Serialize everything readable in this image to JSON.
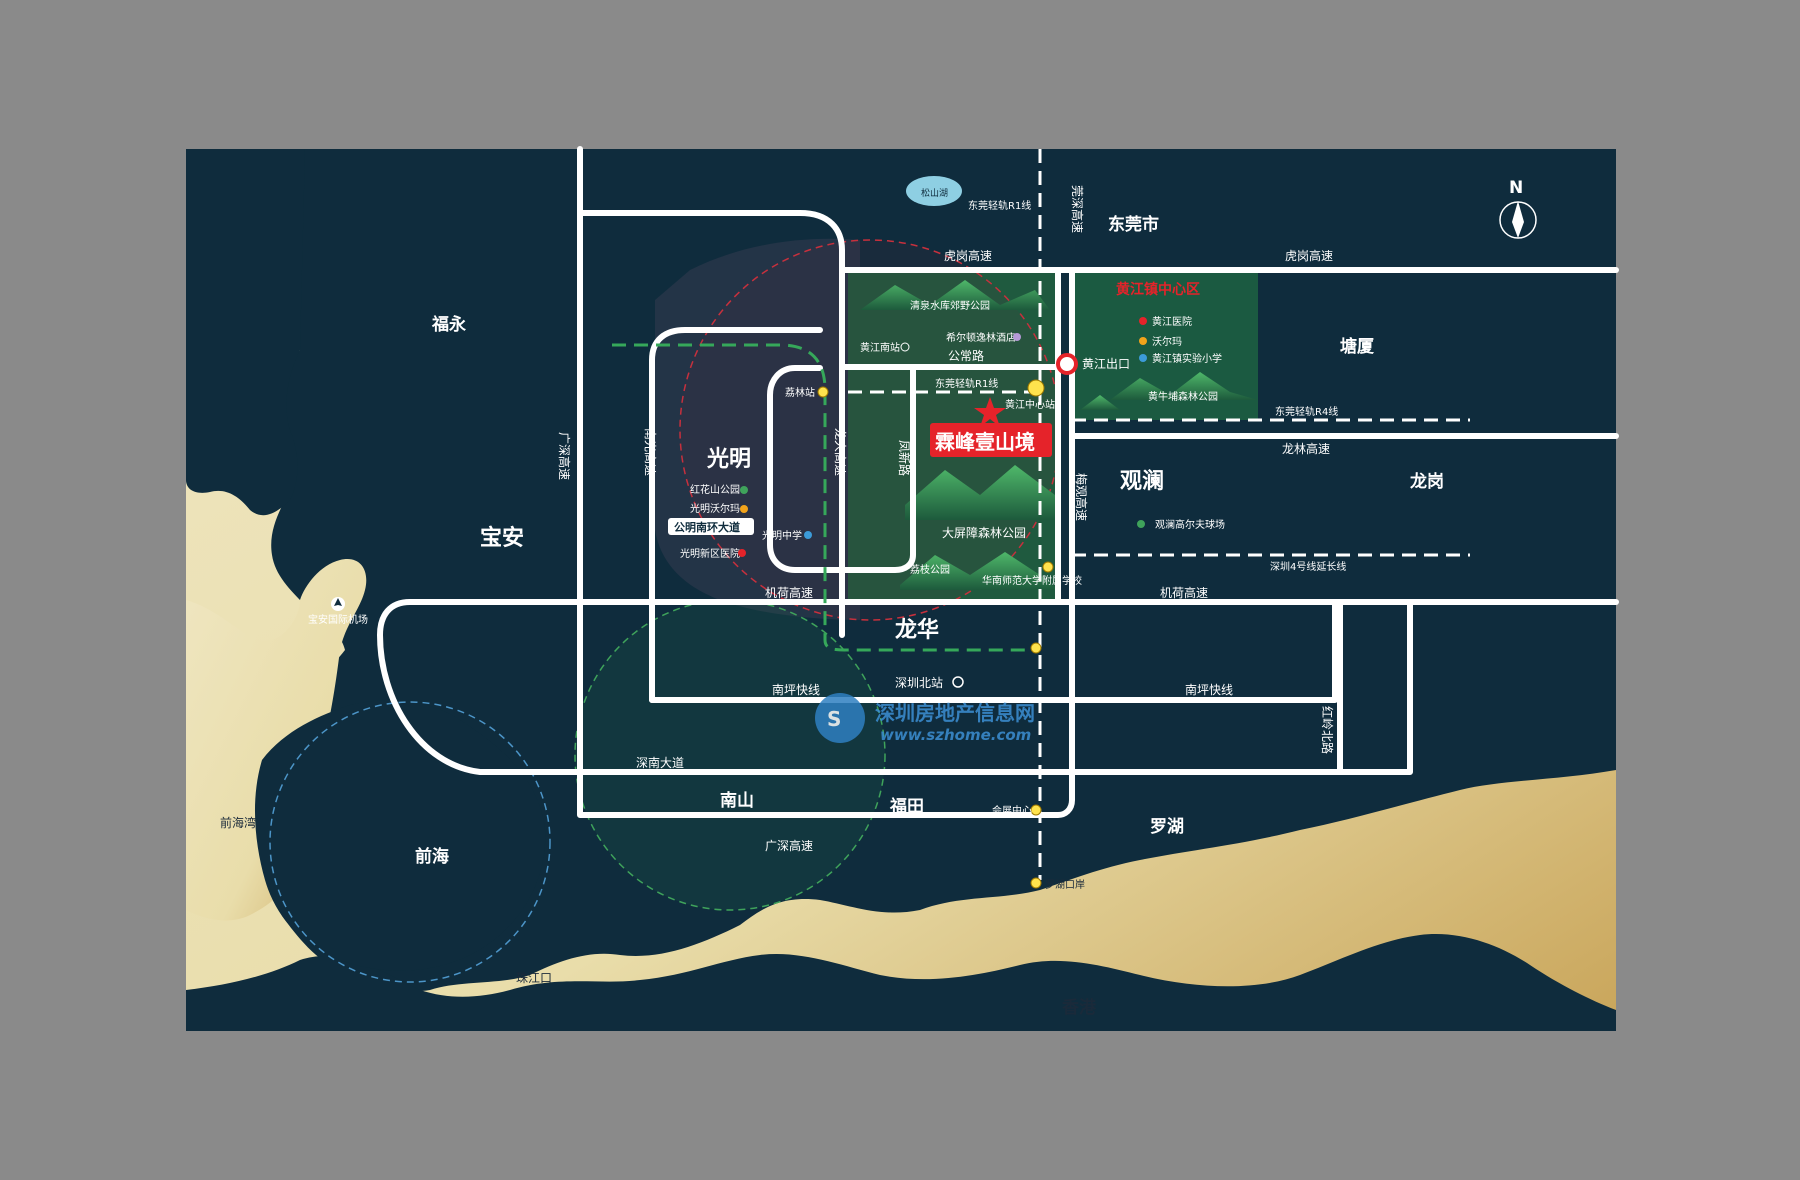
{
  "compass": "N",
  "districts": {
    "fuyong": "福永",
    "baoan": "宝安",
    "guangming": "光明",
    "longhua": "龙华",
    "guanlan": "观澜",
    "longgang": "龙岗",
    "tangxia": "塘厦",
    "dongguan": "东莞市",
    "nanshan": "南山",
    "futian": "福田",
    "luohu": "罗湖",
    "qianhai": "前海",
    "qianhai_bay": "前海湾",
    "zhujiangkou": "珠江口",
    "hongkong": "香港",
    "songshanhu": "松山湖"
  },
  "roads": {
    "humen_w": "虎岗高速",
    "humen_e": "虎岗高速",
    "gongchang": "公常路",
    "longlin": "龙林高速",
    "jihe_w": "机荷高速",
    "jihe_e": "机荷高速",
    "nanping_w": "南坪快线",
    "nanping_e": "南坪快线",
    "shennan": "深南大道",
    "guangshen_s": "广深高速",
    "guangshen_w": "广深高速",
    "nanguang": "南光高速",
    "longda": "龙大高速",
    "fengxin": "凤新路",
    "meiguan": "梅观高速",
    "hongling": "红岭北路",
    "guanshen": "莞深高速",
    "guangming_ring": "公明南环大道"
  },
  "rails": {
    "r1_north": "东莞轻轨R1线",
    "r1": "东莞轻轨R1线",
    "r4": "东莞轻轨R4线",
    "line4": "深圳4号线延长线"
  },
  "project": {
    "name": "霖峰壹山境",
    "station": "黄江中心站",
    "exit": "黄江出口"
  },
  "huangjiang": {
    "title": "黄江镇中心区",
    "hospital": "黄江医院",
    "walmart": "沃尔玛",
    "school": "黄江镇实验小学",
    "park": "黄牛埔森林公园"
  },
  "pois": {
    "qingquan": "清泉水库郊野公园",
    "hilton": "希尔顿逸林酒店",
    "hj_south": "黄江南站",
    "lilin": "荔林站",
    "hongshan": "红花山公园",
    "gm_walmart": "光明沃尔玛",
    "gm_school": "光明中学",
    "gm_hospital": "光明新区医院",
    "dapingzhang": "大屏障森林公园",
    "lizhi": "荔枝公园",
    "scnu": "华南师范大学附属学校",
    "guanlan_golf": "观澜高尔夫球场",
    "sz_north": "深圳北站",
    "huizhan": "会展中心",
    "luohu_port": "罗湖口岸",
    "airport": "宝安国际机场"
  },
  "watermark": {
    "name": "深圳房地产信息网",
    "url": "www.szhome.com"
  },
  "colors": {
    "land": "#0f2c3d",
    "sea": "#ede3b8",
    "green": "#1f5a3f",
    "project": "#e5232a"
  }
}
